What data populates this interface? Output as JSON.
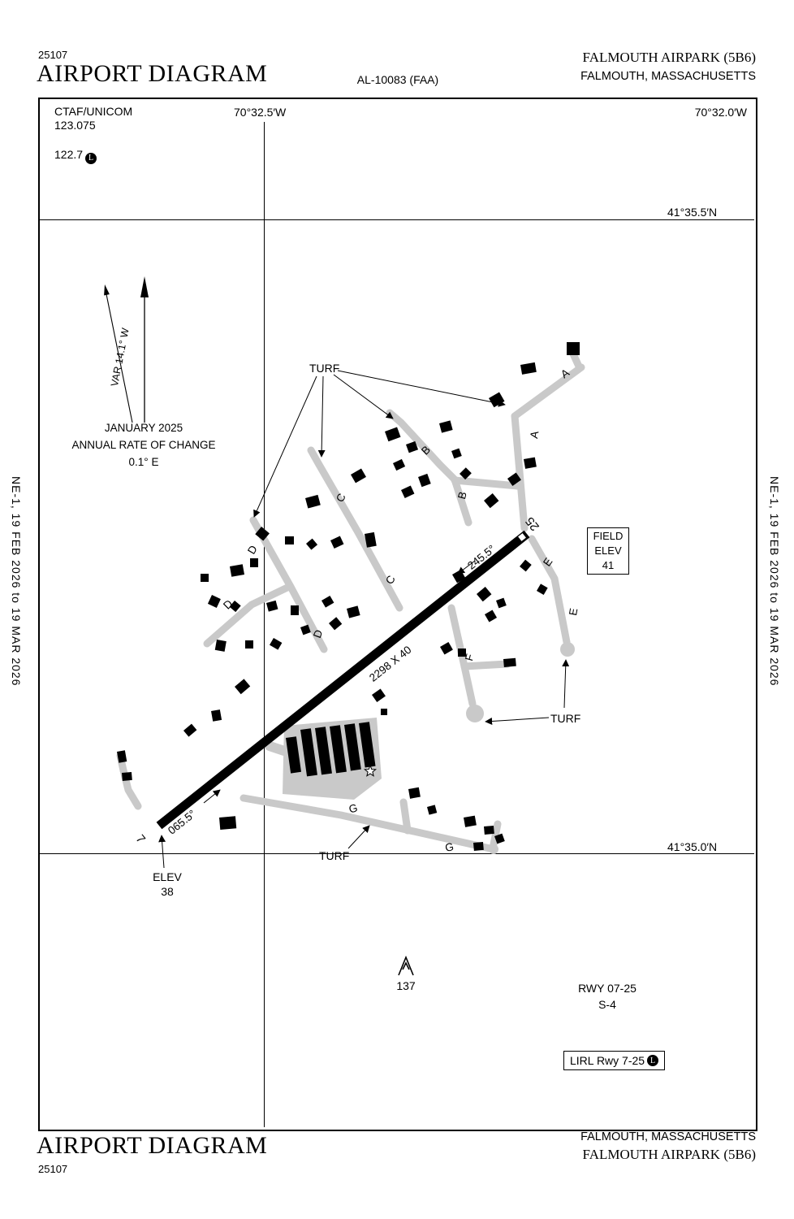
{
  "header": {
    "chart_number": "25107",
    "title": "AIRPORT DIAGRAM",
    "al_number": "AL-10083 (FAA)",
    "airport": "FALMOUTH AIRPARK (5B6)",
    "city": "FALMOUTH, MASSACHUSETTS"
  },
  "footer": {
    "chart_number": "25107",
    "title": "AIRPORT DIAGRAM",
    "airport": "FALMOUTH AIRPARK (5B6)",
    "city": "FALMOUTH, MASSACHUSETTS"
  },
  "margin_note": "NE-1, 19 FEB 2026 to 19 MAR 2026",
  "comms": {
    "label": "CTAF/UNICOM",
    "freq_primary": "123.075",
    "freq_secondary": "122.7",
    "pcl": "L"
  },
  "coordinates": {
    "lon_left": "70°32.5′W",
    "lon_right": "70°32.0′W",
    "lat_top": "41°35.5′N",
    "lat_bottom": "41°35.0′N"
  },
  "variation": {
    "label": "VAR 14.1° W",
    "date": "JANUARY 2025",
    "rate_label": "ANNUAL RATE OF CHANGE",
    "rate": "0.1° E"
  },
  "runway": {
    "length_width": "2298 X 40",
    "end_low": "7",
    "end_high": "25",
    "heading_low": "065.5°",
    "heading_high": "245.5°"
  },
  "elevations": {
    "field_line1": "FIELD",
    "field_line2": "ELEV",
    "field_value": "41",
    "threshold_label": "ELEV",
    "threshold_value": "38"
  },
  "surface_label": "TURF",
  "taxiways": {
    "a": "A",
    "b": "B",
    "c": "C",
    "d": "D",
    "e": "E",
    "f": "F",
    "g": "G"
  },
  "obstruction": {
    "height": "137"
  },
  "remarks": {
    "runway_info": "RWY 07-25",
    "pavement_class": "S-4",
    "lighting": "LIRL Rwy 7-25",
    "lighting_pcl": "L"
  }
}
